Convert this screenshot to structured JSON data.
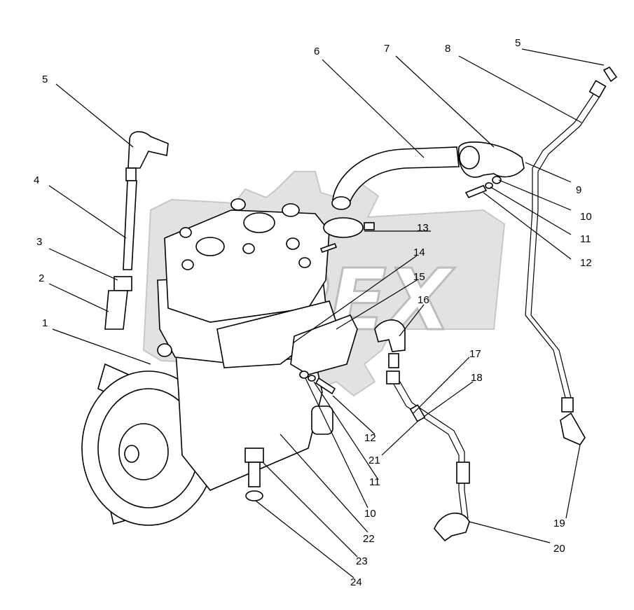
{
  "diagram": {
    "labels": [
      "5",
      "4",
      "3",
      "2",
      "1",
      "6",
      "7",
      "8",
      "5",
      "9",
      "10",
      "11",
      "12",
      "13",
      "14",
      "15",
      "16",
      "17",
      "18",
      "12",
      "21",
      "11",
      "10",
      "22",
      "23",
      "24",
      "19",
      "20"
    ]
  },
  "watermark": {
    "text": "OPEX"
  }
}
